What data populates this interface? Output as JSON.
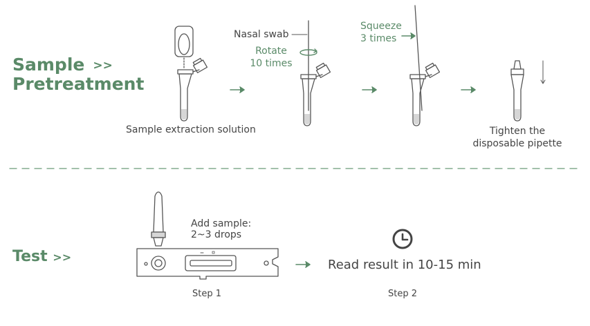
{
  "sections": {
    "pretreatment_title_line1": "Sample",
    "pretreatment_title_line2": "Pretreatment",
    "pretreatment_arrows": ">>",
    "test_title": "Test",
    "test_arrows": ">>"
  },
  "pretreatment": {
    "step1_caption": "Sample extraction solution",
    "nasal_swab_label": "Nasal swab",
    "rotate_line1": "Rotate",
    "rotate_line2": "10 times",
    "squeeze_line1": "Squeeze",
    "squeeze_line2": "3 times",
    "tighten_line1": "Tighten the",
    "tighten_line2": "disposable pipette"
  },
  "test": {
    "add_sample_line1": "Add sample:",
    "add_sample_line2": "2~3 drops",
    "read_result": "Read result in 10-15 min",
    "step1_label": "Step 1",
    "step2_label": "Step 2"
  },
  "colors": {
    "accent_green": "#5a8a68",
    "line_gray": "#555555",
    "tube_liquid": "#d6d6d6"
  }
}
